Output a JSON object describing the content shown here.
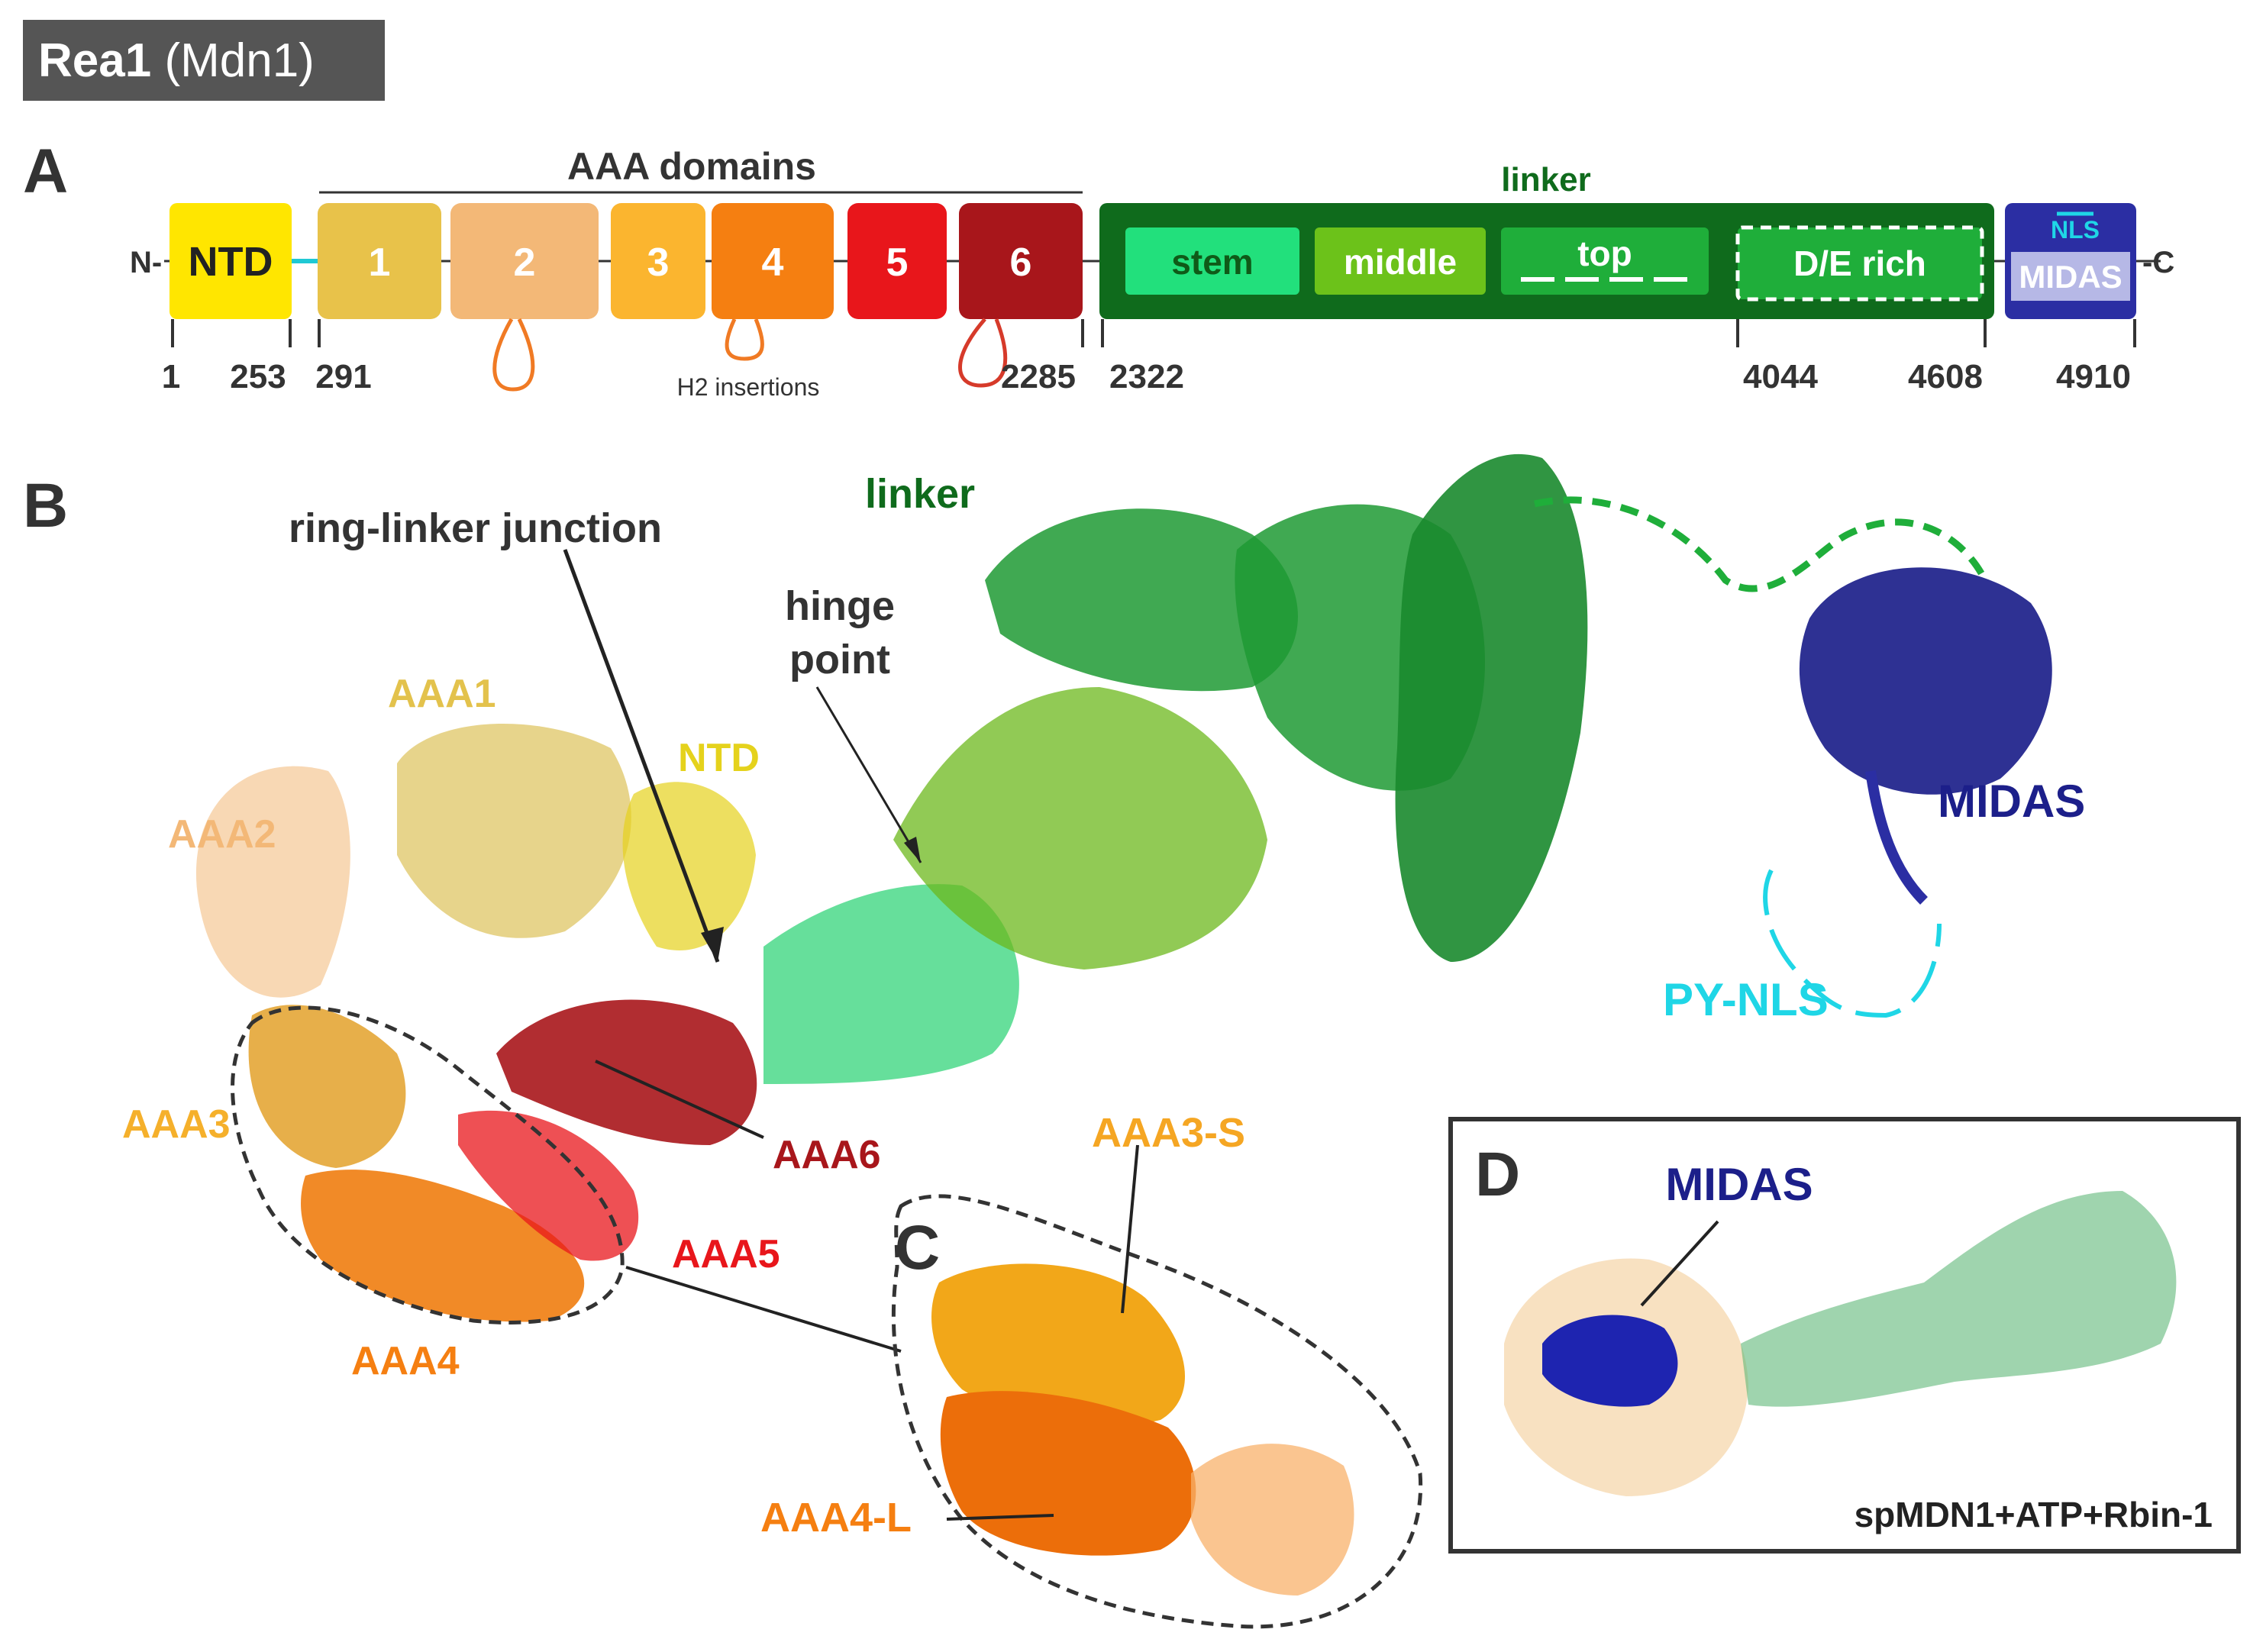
{
  "title_box": {
    "bold": "Rea1",
    "normal": " (Mdn1)"
  },
  "panels": {
    "a": "A",
    "b": "B",
    "c": "C",
    "d": "D"
  },
  "panel_a": {
    "aaa_header": "AAA domains",
    "linker_header": "linker",
    "n_term": "N-",
    "c_term": "-C",
    "ntd": "NTD",
    "aaa_labels": [
      "1",
      "2",
      "3",
      "4",
      "5",
      "6"
    ],
    "linker_segments": {
      "stem": "stem",
      "middle": "middle",
      "top": "top",
      "de_rich": "D/E rich"
    },
    "nls": "NLS",
    "midas": "MIDAS",
    "positions": [
      "1",
      "253",
      "291",
      "2285",
      "2322",
      "4044",
      "4608",
      "4910"
    ],
    "h2_insertions": "H2 insertions"
  },
  "panel_b": {
    "ring_linker_junction": "ring-linker junction",
    "linker": "linker",
    "hinge_point_1": "hinge",
    "hinge_point_2": "point",
    "aaa1": "AAA1",
    "aaa2": "AAA2",
    "aaa3": "AAA3",
    "aaa4": "AAA4",
    "aaa5": "AAA5",
    "aaa6": "AAA6",
    "ntd": "NTD",
    "midas": "MIDAS",
    "py_nls": "PY-NLS"
  },
  "panel_c": {
    "aaa3_s": "AAA3-S",
    "aaa4_l": "AAA4-L"
  },
  "panel_d": {
    "midas": "MIDAS",
    "caption": "spMDN1+ATP+Rbin-1"
  },
  "colors": {
    "ntd": "#ffe600",
    "aaa1": "#e8c24a",
    "aaa2": "#f3b877",
    "aaa3": "#fbb52f",
    "aaa4": "#f57f11",
    "aaa5": "#e8161b",
    "aaa6": "#a8161b",
    "linker_dark": "#0f6b1c",
    "stem": "#22e07c",
    "middle": "#6cc21a",
    "top": "#1fae3a",
    "midas": "#2b2ea3",
    "pynls": "#1fd6e6"
  }
}
